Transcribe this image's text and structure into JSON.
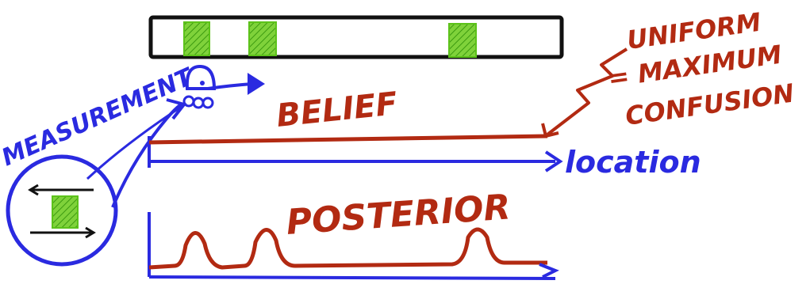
{
  "colors": {
    "red": "#b22a12",
    "blue": "#2a2ae0",
    "green": "#5cc21a",
    "black": "#111111"
  },
  "labels": {
    "belief": "BELIEF",
    "posterior": "POSTERIOR",
    "location": "location",
    "measurement": "MEASUREMENT",
    "note_line1": "UNIFORM",
    "note_line2": "= MAXIMUM",
    "note_line3": "CONFUSION"
  },
  "map": {
    "door_count": 3
  },
  "icons": {
    "robot": "robot-icon",
    "arrow": "right-arrow-icon",
    "lightning": "lightning-arrow-icon"
  }
}
